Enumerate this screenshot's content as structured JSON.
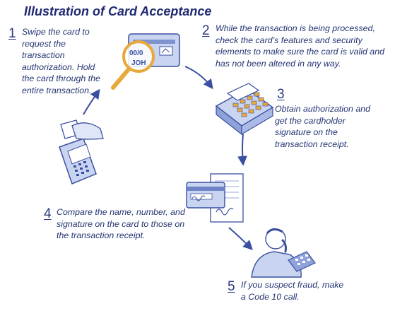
{
  "title": "Illustration of Card Acceptance",
  "steps": [
    {
      "number": "1",
      "text": "Swipe the card to request the transaction authorization. Hold the card through the entire transaction."
    },
    {
      "number": "2",
      "text": "While the transaction is being processed, check the card’s features and security elements to make sure the card is valid and has not been altered in any way."
    },
    {
      "number": "3",
      "text": "Obtain authorization and get the cardholder signature on the transaction receipt."
    },
    {
      "number": "4",
      "text": "Compare the name, number, and signature on the card to those on the transaction receipt."
    },
    {
      "number": "5",
      "text": "If you suspect fraud, make a Code 10 call."
    }
  ],
  "card_text": {
    "line1": "00/0",
    "line2": "JOH"
  },
  "illustrations": [
    "card-swipe-terminal",
    "magnifier-over-card",
    "keypad-terminal",
    "card-and-receipt",
    "person-on-phone"
  ],
  "colors": {
    "title": "#1f2a72",
    "text": "#243573",
    "illustration": "#3a4fa0",
    "fill": "#c9d4f0",
    "magnifier": "#e9a93a"
  }
}
